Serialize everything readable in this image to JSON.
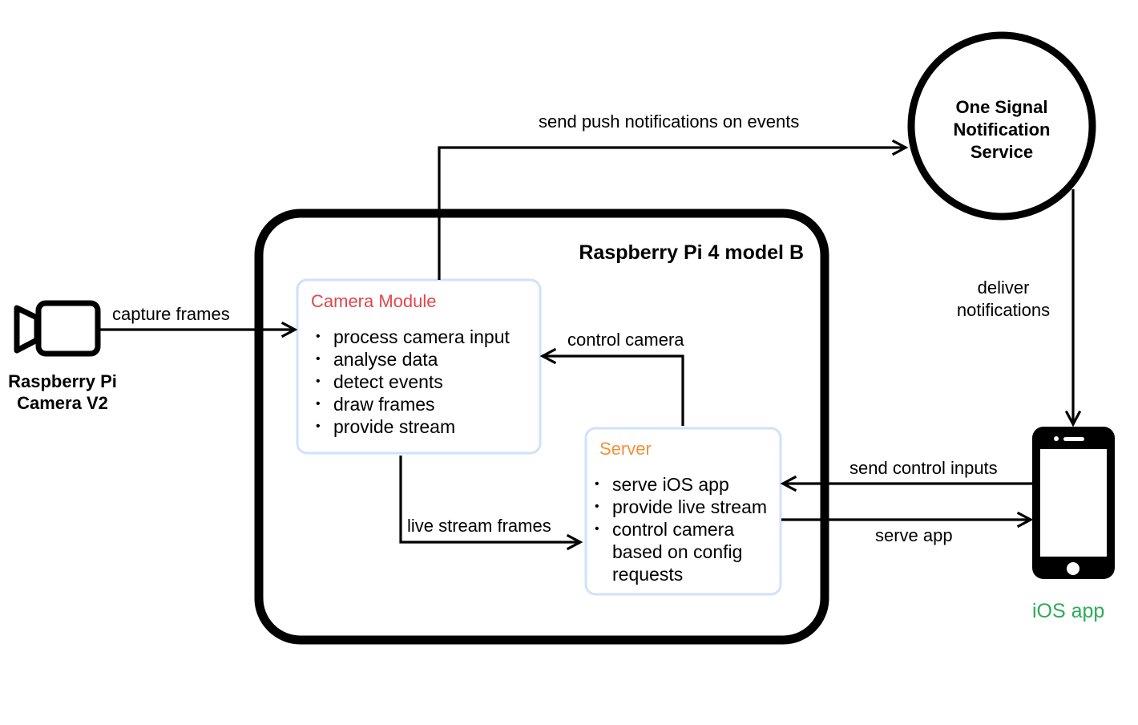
{
  "colors": {
    "camera_module_title": "#e0474c",
    "server_title": "#f0923a",
    "ios_app": "#2eaa5a",
    "box_border": "#cfe2fb",
    "line": "#000000"
  },
  "icons": {
    "camera": "video-camera-icon",
    "phone": "smartphone-icon"
  },
  "camera_device": {
    "label_line1": "Raspberry Pi",
    "label_line2": "Camera V2"
  },
  "pi_container": {
    "title": "Raspberry Pi 4 model B"
  },
  "camera_module": {
    "title": "Camera Module",
    "items": [
      "process camera input",
      "analyse data",
      "detect events",
      "draw frames",
      "provide stream"
    ]
  },
  "server": {
    "title": "Server",
    "items": [
      "serve iOS app",
      "provide live stream",
      "control camera based on config requests"
    ]
  },
  "notification_service": {
    "line1": "One Signal",
    "line2": "Notification",
    "line3": "Service"
  },
  "ios_app": {
    "label": "iOS app"
  },
  "edges": {
    "capture_frames": "capture frames",
    "send_push": "send push notifications on events",
    "deliver_line1": "deliver",
    "deliver_line2": "notifications",
    "control_camera": "control camera",
    "live_stream_frames": "live stream frames",
    "send_control_inputs": "send control inputs",
    "serve_app": "serve app"
  }
}
